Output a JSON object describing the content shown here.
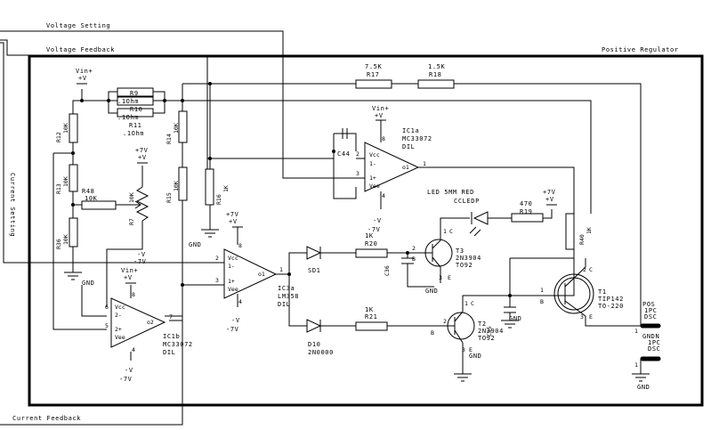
{
  "signals": {
    "voltage_setting": "Voltage Setting",
    "voltage_feedback": "Voltage Feedback",
    "current_setting": "Current Setting",
    "current_feedback": "Current Feedback"
  },
  "block_title": "Positive Regulator",
  "supplies": {
    "vin_a": "Vin+",
    "vin_a_v": "+V",
    "vin_b": "Vin+",
    "vin_b_v": "+V",
    "vin_c": "Vin+",
    "vin_c_v": "+V",
    "p7v_a": "+7V",
    "p7v_a_v": "+V",
    "p7v_b": "+7V",
    "p7v_b_v": "+V",
    "p7v_c": "+7V",
    "p7v_c_v": "+V",
    "m7v_a": "-V",
    "m7v_a_v": "-7V",
    "m7v_b": "-V",
    "m7v_b_v": "-7V",
    "m7v_c": "-V",
    "m7v_c_v": "-7V",
    "m7v_d": "-V",
    "m7v_d_v": "-7V"
  },
  "grounds": {
    "g1": "GND",
    "g2": "GND",
    "g3": "GND",
    "g4": "GND",
    "g5": "GND",
    "g6": "GND"
  },
  "resistors": {
    "r9": "R9",
    "r9v": ".1Ohm",
    "r10": "R10",
    "r10v": ".1Ohm",
    "r11": "R11",
    "r11v": ".1Ohm",
    "r12": "R12",
    "r12v": "10K",
    "r13": "R13",
    "r13v": "10K",
    "r14": "R14",
    "r14v": "10K",
    "r15": "R15",
    "r15v": "10K",
    "r16": "R16",
    "r16v": "1K",
    "r17": "R17",
    "r17v": "7.5K",
    "r18": "R18",
    "r18v": "1.5K",
    "r19": "R19",
    "r19v": "470",
    "r20": "R20",
    "r20v": "1K",
    "r21": "R21",
    "r21v": "1K",
    "r36": "R36",
    "r36v": "10K",
    "r40": "R40",
    "r40v": "1K",
    "r48": "R48",
    "r48v": "10K",
    "r7": "R7",
    "r7v": "10K"
  },
  "capacitors": {
    "c44": "C44",
    "c36": "C36",
    "c35": "C35"
  },
  "opamps": {
    "ic1a": "IC1a",
    "ic1a_part": "MC33072",
    "ic1a_pkg": "DIL",
    "ic1a_out": "o1",
    "ic1b": "IC1b",
    "ic1b_part": "MC33072",
    "ic1b_pkg": "DIL",
    "ic1b_out": "o2",
    "ic3a": "IC3a",
    "ic3a_part": "LM358",
    "ic3a_pkg": "DIL",
    "ic3a_out": "o1",
    "vcc": "Vcc",
    "vee": "Vee",
    "minus": "1-",
    "plus": "1+",
    "minus2": "2-",
    "plus2": "2+"
  },
  "transistors": {
    "t1": "T1",
    "t1_part": "TIP142",
    "t1_pkg": "TO-220",
    "t2": "T2",
    "t2_part": "2N3904",
    "t2_pkg": "TO92",
    "t3": "T3",
    "t3_part": "2N3904",
    "t3_pkg": "TO92"
  },
  "diodes": {
    "sd1": "SD1",
    "d10": "D10",
    "d10_part": "2N0000",
    "led": "LED 5MM RED",
    "led_part": "CCLEDP"
  },
  "connectors": {
    "pos": "POS",
    "pos_a": "1PC",
    "pos_b": "DSC",
    "gnd": "GNDN",
    "gnd_a": "1PC",
    "gnd_b": "DSC"
  },
  "pins": {
    "p1": "1",
    "p2": "2",
    "p3": "3",
    "p4": "4",
    "p5": "5",
    "p6": "6",
    "p7": "7",
    "p8": "8",
    "b": "B",
    "c": "C",
    "e": "E"
  }
}
